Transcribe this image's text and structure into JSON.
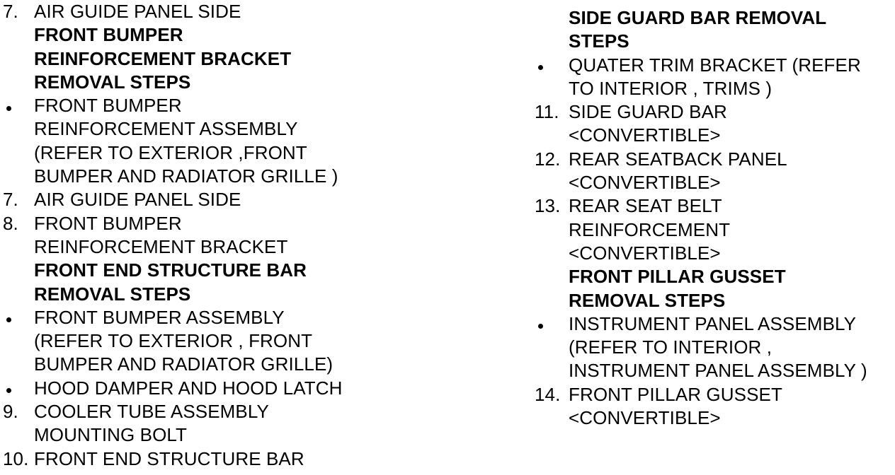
{
  "left_column": [
    {
      "marker": "7.",
      "text": "AIR GUIDE PANEL SIDE",
      "bold": false
    },
    {
      "marker": "",
      "text": "FRONT BUMPER",
      "bold": true
    },
    {
      "marker": "",
      "text": "REINFORCEMENT BRACKET",
      "bold": true
    },
    {
      "marker": "",
      "text": "REMOVAL STEPS",
      "bold": true
    },
    {
      "marker": "bullet",
      "text": "FRONT BUMPER",
      "bold": false
    },
    {
      "marker": "",
      "text": "REINFORCEMENT ASSEMBLY",
      "bold": false
    },
    {
      "marker": "",
      "text": "(REFER TO  EXTERIOR ,FRONT",
      "bold": false
    },
    {
      "marker": "",
      "text": "BUMPER AND RADIATOR GRILLE )",
      "bold": false
    },
    {
      "marker": "7.",
      "text": "AIR GUIDE PANEL SIDE",
      "bold": false
    },
    {
      "marker": "8.",
      "text": "FRONT BUMPER",
      "bold": false
    },
    {
      "marker": "",
      "text": "REINFORCEMENT BRACKET",
      "bold": false
    },
    {
      "marker": "",
      "text": "FRONT END STRUCTURE BAR",
      "bold": true
    },
    {
      "marker": "",
      "text": "REMOVAL STEPS",
      "bold": true
    },
    {
      "marker": "bullet",
      "text": "FRONT BUMPER ASSEMBLY",
      "bold": false
    },
    {
      "marker": "",
      "text": "(REFER TO  EXTERIOR , FRONT",
      "bold": false
    },
    {
      "marker": "",
      "text": "BUMPER AND RADIATOR GRILLE)",
      "bold": false
    },
    {
      "marker": "bullet",
      "text": "HOOD DAMPER AND HOOD LATCH",
      "bold": false
    },
    {
      "marker": "9.",
      "text": "COOLER TUBE ASSEMBLY",
      "bold": false
    },
    {
      "marker": "",
      "text": "MOUNTING BOLT",
      "bold": false
    },
    {
      "marker": "10.",
      "text": "FRONT END STRUCTURE BAR",
      "bold": false
    }
  ],
  "right_column": [
    {
      "marker": "",
      "text": "SIDE GUARD BAR REMOVAL",
      "bold": true
    },
    {
      "marker": "",
      "text": "STEPS",
      "bold": true
    },
    {
      "marker": "bullet",
      "text": "QUATER TRIM BRACKET (REFER",
      "bold": false
    },
    {
      "marker": "",
      "text": "TO INTERIOR , TRIMS )",
      "bold": false
    },
    {
      "marker": "11.",
      "text": "SIDE GUARD BAR",
      "bold": false
    },
    {
      "marker": "",
      "text": "<CONVERTIBLE>",
      "bold": false
    },
    {
      "marker": "12.",
      "text": "REAR SEATBACK PANEL",
      "bold": false
    },
    {
      "marker": "",
      "text": "<CONVERTIBLE>",
      "bold": false
    },
    {
      "marker": "13.",
      "text": "REAR SEAT BELT",
      "bold": false
    },
    {
      "marker": "",
      "text": "REINFORCEMENT",
      "bold": false
    },
    {
      "marker": "",
      "text": "<CONVERTIBLE>",
      "bold": false
    },
    {
      "marker": "",
      "text": "FRONT PILLAR GUSSET",
      "bold": true
    },
    {
      "marker": "",
      "text": "REMOVAL STEPS",
      "bold": true
    },
    {
      "marker": "bullet",
      "text": "INSTRUMENT PANEL ASSEMBLY",
      "bold": false
    },
    {
      "marker": "",
      "text": "(REFER TO  INTERIOR ,",
      "bold": false
    },
    {
      "marker": "",
      "text": "INSTRUMENT PANEL ASSEMBLY )",
      "bold": false
    },
    {
      "marker": "14.",
      "text": "FRONT PILLAR GUSSET",
      "bold": false
    },
    {
      "marker": "",
      "text": "<CONVERTIBLE>",
      "bold": false
    }
  ]
}
